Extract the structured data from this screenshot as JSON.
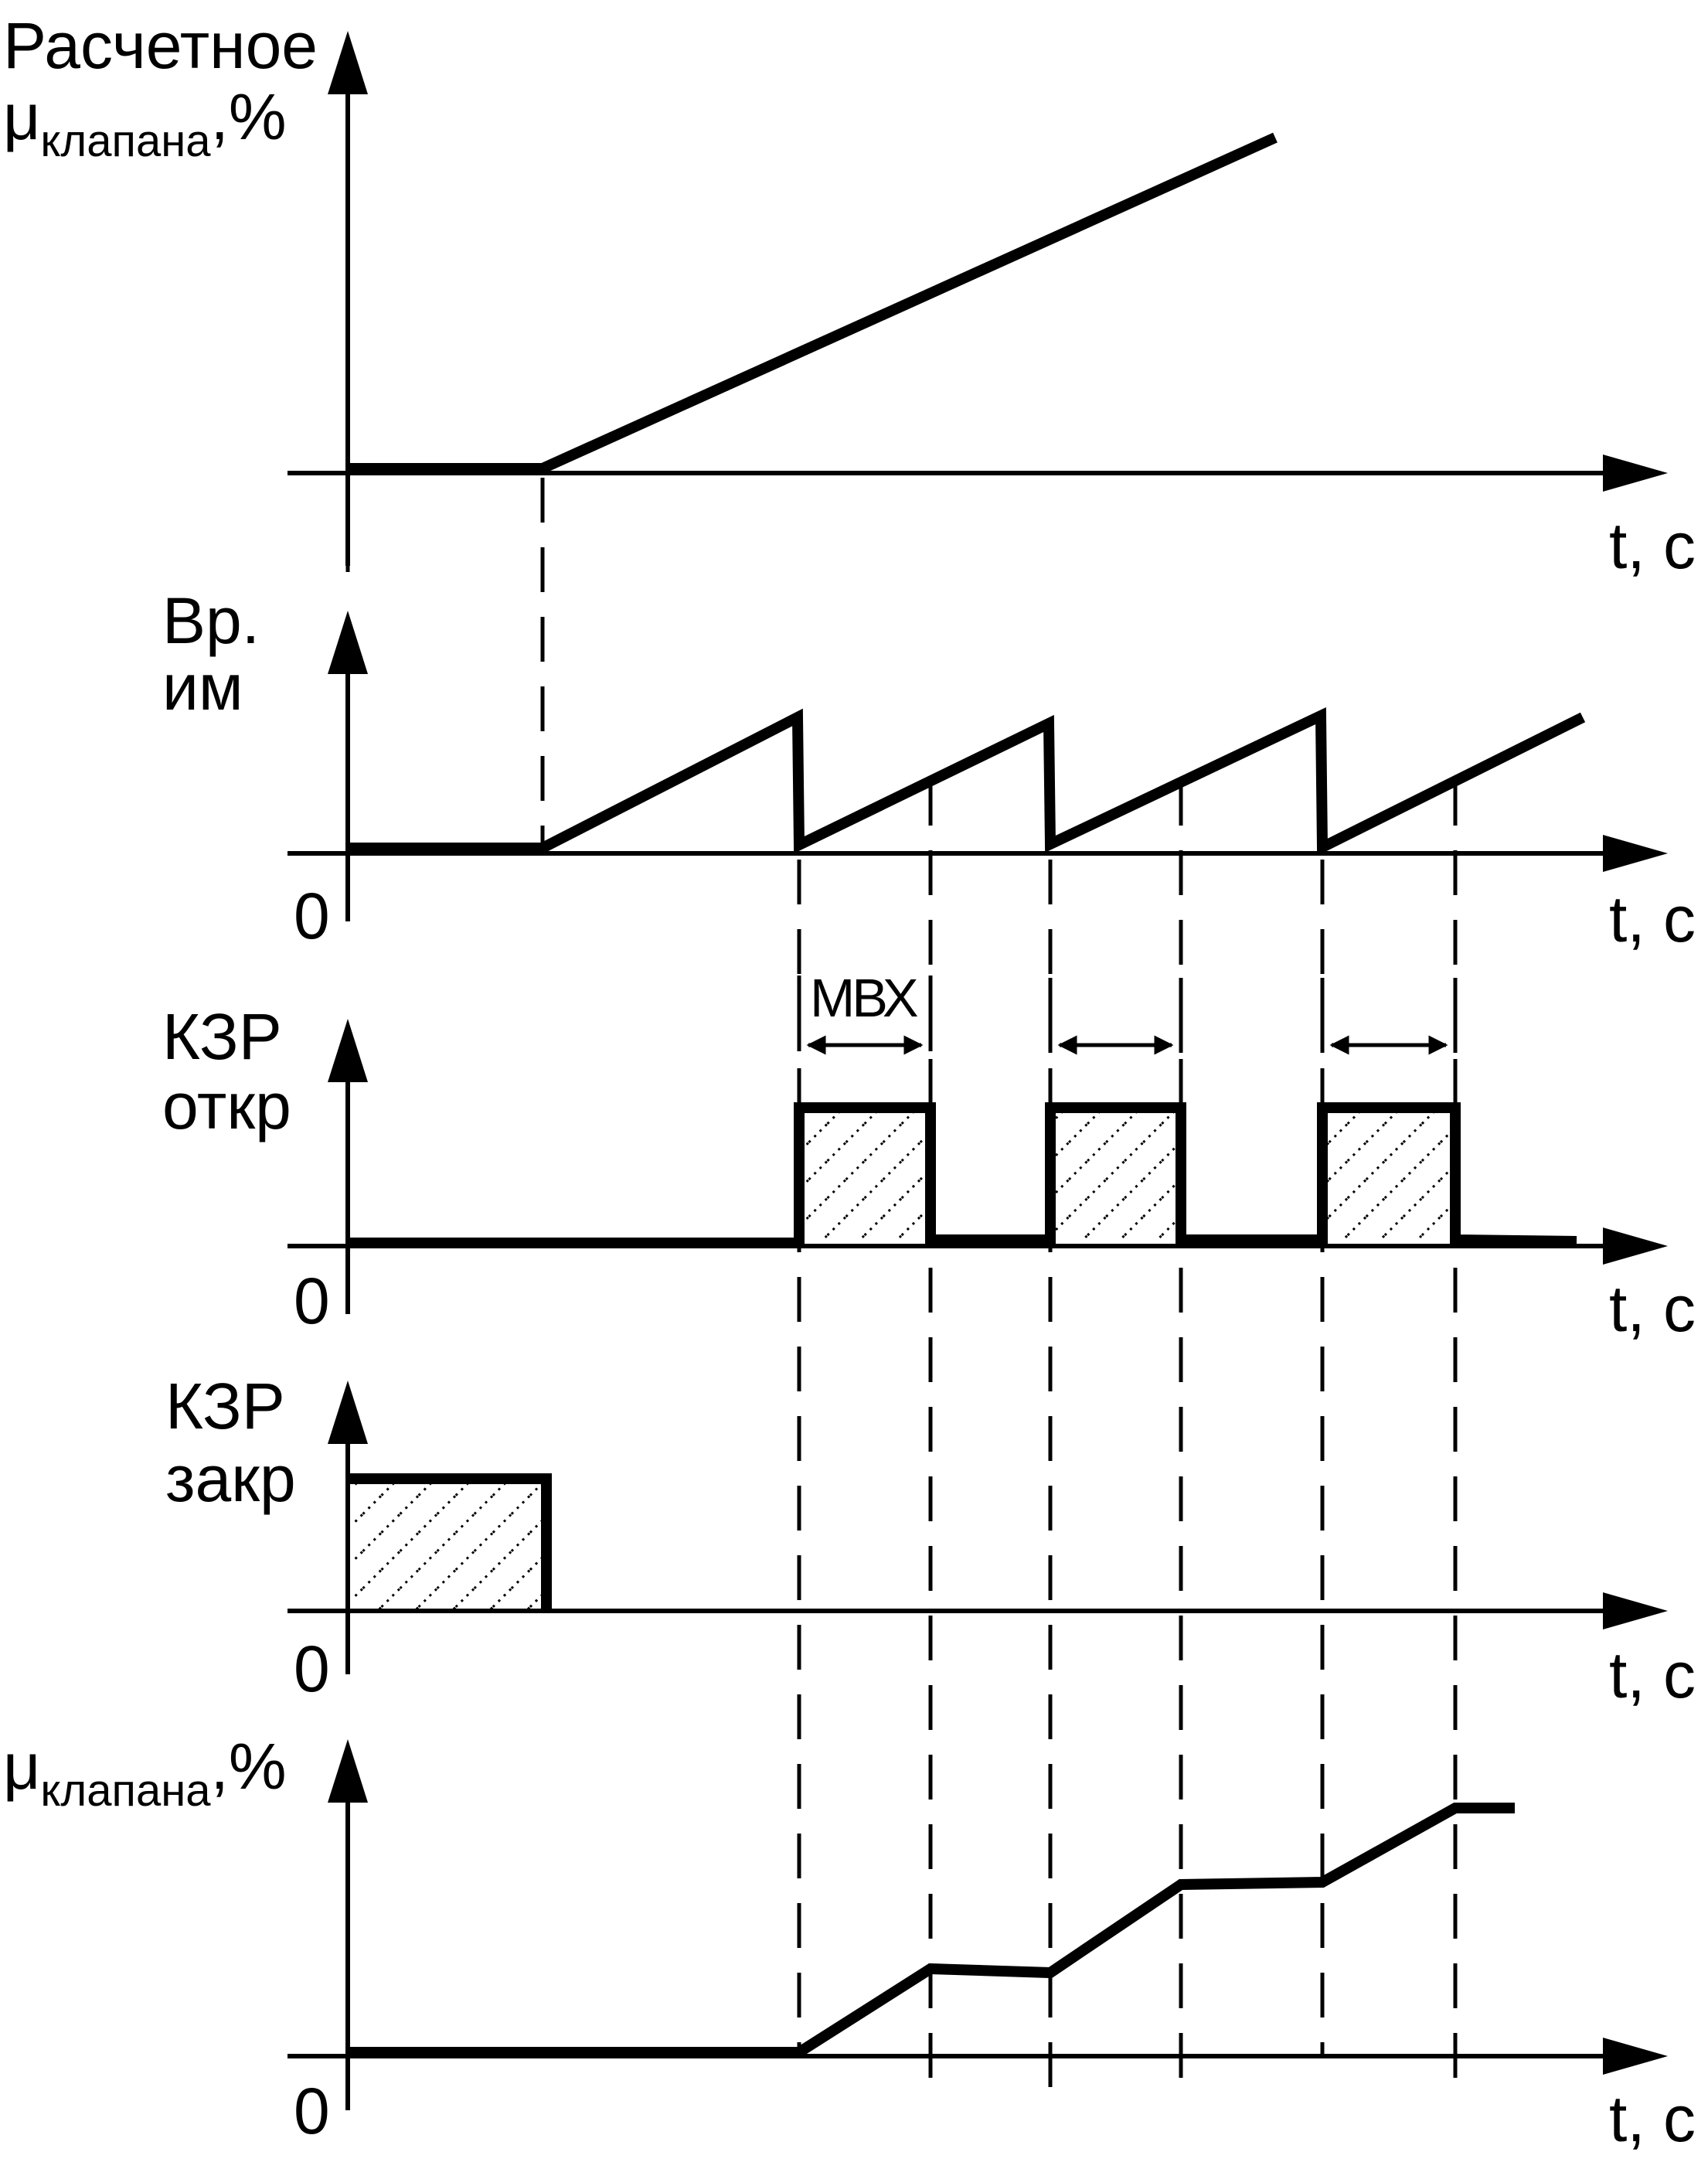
{
  "colors": {
    "line": "#000000",
    "background": "#ffffff",
    "hatch": "#000000"
  },
  "panels": [
    {
      "id": "calc",
      "ylabel_main": "Расчетное",
      "ylabel_mu": "μ",
      "ylabel_sub": "клапана",
      "ylabel_unit": ",%",
      "xlabel": "t, c",
      "zero": ""
    },
    {
      "id": "time",
      "ylabel_line1": "Вр.",
      "ylabel_line2": "им",
      "xlabel": "t, c",
      "zero": "0"
    },
    {
      "id": "open",
      "ylabel_line1": "КЗР",
      "ylabel_line2": "откр",
      "xlabel": "t, c",
      "zero": "0",
      "annotation": "МВХ"
    },
    {
      "id": "close",
      "ylabel_line1": "КЗР",
      "ylabel_line2": "закр",
      "xlabel": "t, c",
      "zero": "0"
    },
    {
      "id": "valve",
      "ylabel_mu": "μ",
      "ylabel_sub": "клапана",
      "ylabel_unit": ",%",
      "xlabel": "t, c",
      "zero": "0"
    }
  ]
}
